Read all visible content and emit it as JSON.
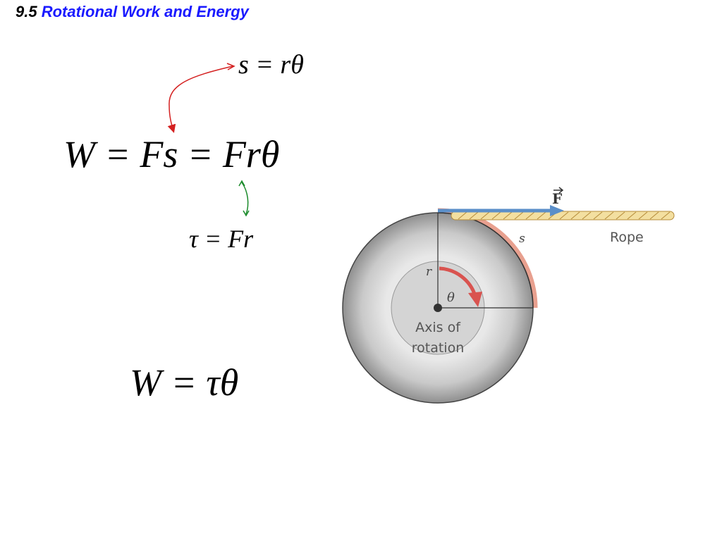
{
  "title": {
    "number": "9.5",
    "text": "Rotational Work and Energy"
  },
  "equations": {
    "arc_length": "s = rθ",
    "work": "W = Fs = Frθ",
    "torque": "τ = Fr",
    "work_torque": "W = τθ"
  },
  "figure": {
    "force_label": "F",
    "arc_label": "s",
    "rope_label": "Rope",
    "radius_label": "r",
    "angle_label": "θ",
    "axis_label_line1": "Axis of",
    "axis_label_line2": "rotation"
  },
  "colors": {
    "title_blue": "#1a1aff",
    "red_arrow": "#d42020",
    "green_arrow": "#1a8a2a",
    "force_arrow": "#5b8fc9",
    "arc_highlight": "#e8a08f",
    "angle_arrow": "#d9534f"
  },
  "icons": [
    "red-curved-arrow",
    "green-double-arrow",
    "force-arrow",
    "angle-arrow"
  ]
}
